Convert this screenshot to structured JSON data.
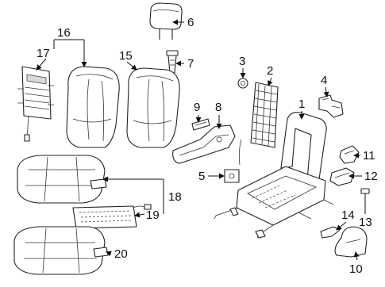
{
  "diagram": {
    "callouts": {
      "c1": "1",
      "c2": "2",
      "c3": "3",
      "c4": "4",
      "c5": "5",
      "c6": "6",
      "c7": "7",
      "c8": "8",
      "c9": "9",
      "c10": "10",
      "c11": "11",
      "c12": "12",
      "c13": "13",
      "c14": "14",
      "c15": "15",
      "c16": "16",
      "c17": "17",
      "c18": "18",
      "c19": "19",
      "c20": "20"
    }
  }
}
